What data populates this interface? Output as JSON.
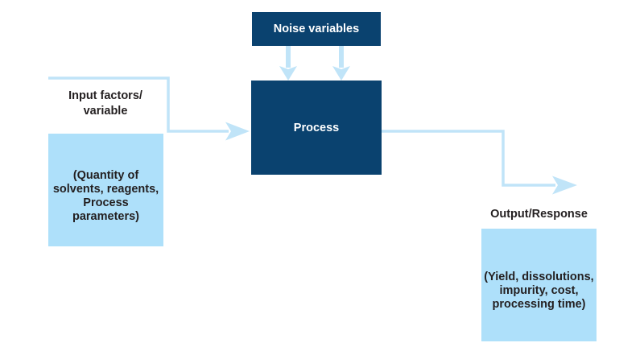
{
  "colors": {
    "navy": "#0a426f",
    "light_blue": "#aee0fa",
    "arrow_blue": "#c0e4f8",
    "text_dark": "#231f20",
    "background": "#ffffff"
  },
  "diagram": {
    "noise_box": {
      "label": "Noise variables"
    },
    "process_box": {
      "label": "Process"
    },
    "input": {
      "title_lines": [
        "Input factors/",
        "variable"
      ],
      "box_lines": [
        "(Quantity of",
        "solvents, reagents,",
        "Process parameters)"
      ]
    },
    "output": {
      "title": "Output/Response",
      "box_lines": [
        "(Yield, dissolutions,",
        "impurity, cost,",
        "processing time)"
      ]
    }
  }
}
